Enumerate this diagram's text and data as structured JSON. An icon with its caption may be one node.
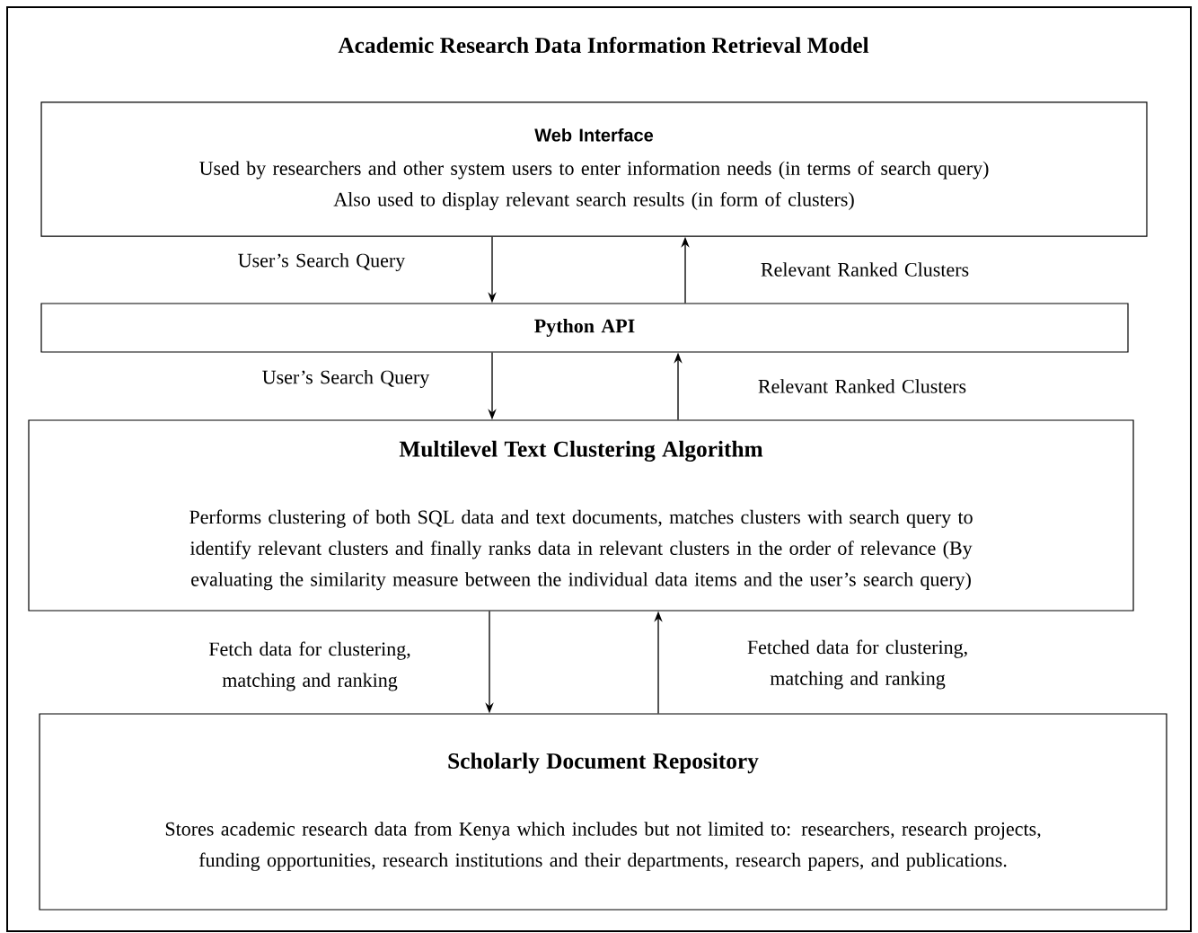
{
  "diagram": {
    "title": "Academic Research Data Information Retrieval Model",
    "nodes": [
      {
        "text": [
          "Web Interface",
          "Used by researchers and other system users to enter information needs (in terms of search query)",
          "Also used to display relevant search results (in form of clusters)"
        ]
      },
      {
        "text": [
          "Python API"
        ]
      },
      {
        "text": [
          "Multilevel Text Clustering Algorithm",
          "Performs clustering of both SQL data and text documents, matches clusters with search query to identify relevant clusters and finally ranks data in relevant clusters in the order of relevance (By evaluating the similarity measure between the individual data items and the user’s search query)"
        ]
      },
      {
        "text": [
          "Scholarly Document Repository",
          "Stores academic research data from Kenya which includes but not limited to: researchers, research projects, funding opportunities, research institutions and their departments, research papers, and publications."
        ]
      }
    ],
    "edges": [
      {
        "from": 0,
        "to": 1,
        "arrow": "to",
        "label": "User’s Search Query"
      },
      {
        "from": 1,
        "to": 0,
        "arrow": "to",
        "label": "Relevant Ranked Clusters"
      },
      {
        "from": 1,
        "to": 2,
        "arrow": "to",
        "label": "User’s Search Query"
      },
      {
        "from": 2,
        "to": 1,
        "arrow": "to",
        "label": "Relevant Ranked Clusters"
      },
      {
        "from": 2,
        "to": 3,
        "arrow": "to",
        "label": "Fetch data for clustering, matching and ranking"
      },
      {
        "from": 3,
        "to": 2,
        "arrow": "to",
        "label": "Fetched data for clustering, matching and ranking"
      }
    ]
  }
}
